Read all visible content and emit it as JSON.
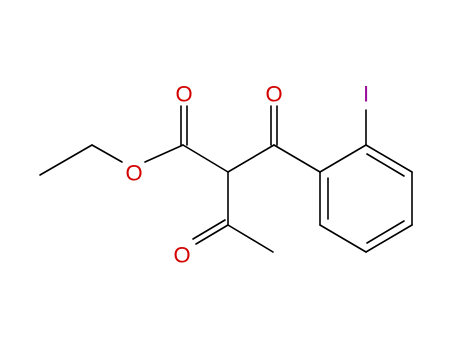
{
  "molecule": {
    "atoms": {
      "carbonyl_o_ester": {
        "symbol": "O",
        "color": "#d40000"
      },
      "ether_o_ester": {
        "symbol": "O",
        "color": "#d40000"
      },
      "ketone_o_benzoyl": {
        "symbol": "O",
        "color": "#d40000"
      },
      "ketone_o_acetyl": {
        "symbol": "O",
        "color": "#d40000"
      },
      "iodine": {
        "symbol": "I",
        "color": "#9b0f9b"
      }
    }
  },
  "colors": {
    "bond": "#000000",
    "oxygen": "#d40000",
    "iodine": "#9b0f9b",
    "background": "#ffffff"
  }
}
